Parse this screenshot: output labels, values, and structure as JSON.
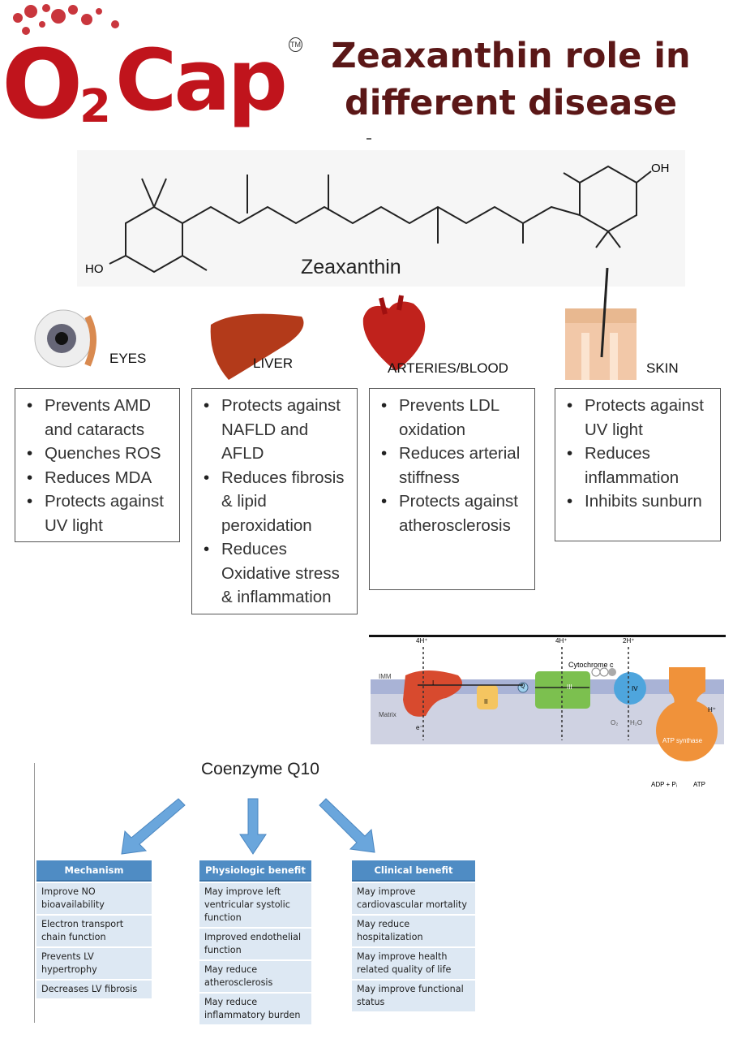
{
  "logo": {
    "text": "O2Cap",
    "trademark": "TM",
    "color": "#c0141c"
  },
  "title": {
    "line1": "Zeaxanthin role in",
    "line2": "different disease",
    "color": "#5b1717"
  },
  "molecule": {
    "name": "Zeaxanthin",
    "left_group": "HO",
    "right_group": "OH"
  },
  "organs": [
    {
      "label": "EYES",
      "icon": "eye-icon",
      "items": [
        "Prevents AMD and cataracts",
        "Quenches ROS",
        "Reduces MDA",
        "Protects against UV light"
      ]
    },
    {
      "label": "LIVER",
      "icon": "liver-icon",
      "items": [
        "Protects against NAFLD and AFLD",
        "Reduces fibrosis & lipid peroxidation",
        "Reduces Oxidative stress & inflammation"
      ]
    },
    {
      "label": "ARTERIES/BLOOD",
      "icon": "heart-icon",
      "items": [
        "Prevents LDL oxidation",
        "Reduces arterial stiffness",
        "Protects against atherosclerosis"
      ]
    },
    {
      "label": "SKIN",
      "icon": "skin-icon",
      "items": [
        "Protects against UV light",
        "Reduces inflammation",
        "Inhibits sunburn"
      ]
    }
  ],
  "mito": {
    "imm": "IMM",
    "matrix": "Matrix",
    "e": "e⁻",
    "h1": "4H⁺",
    "h2": "4H⁺",
    "h3": "2H⁺",
    "c1": "I",
    "c2": "II",
    "q": "Q",
    "c3": "III",
    "c4": "IV",
    "cyt": "Cytochrome c",
    "o2": "O₂",
    "h2o": "H₂O",
    "hplus": "H⁺",
    "atp_synthase": "ATP synthase",
    "adp": "ADP + Pᵢ",
    "atp": "ATP"
  },
  "coq10": {
    "title": "Coenzyme Q10",
    "arrow_color": "#6aa6dc",
    "tables": [
      {
        "header": "Mechanism",
        "rows": [
          "Improve NO bioavailability",
          "Electron transport chain function",
          "Prevents LV hypertrophy",
          "Decreases LV fibrosis"
        ]
      },
      {
        "header": "Physiologic benefit",
        "rows": [
          "May improve left ventricular systolic function",
          "Improved endothelial function",
          "May reduce atherosclerosis",
          "May reduce inflammatory burden"
        ]
      },
      {
        "header": "Clinical benefit",
        "rows": [
          "May improve cardiovascular mortality",
          "May reduce hospitalization",
          "May improve health related quality of life",
          "May improve functional status"
        ]
      }
    ]
  }
}
